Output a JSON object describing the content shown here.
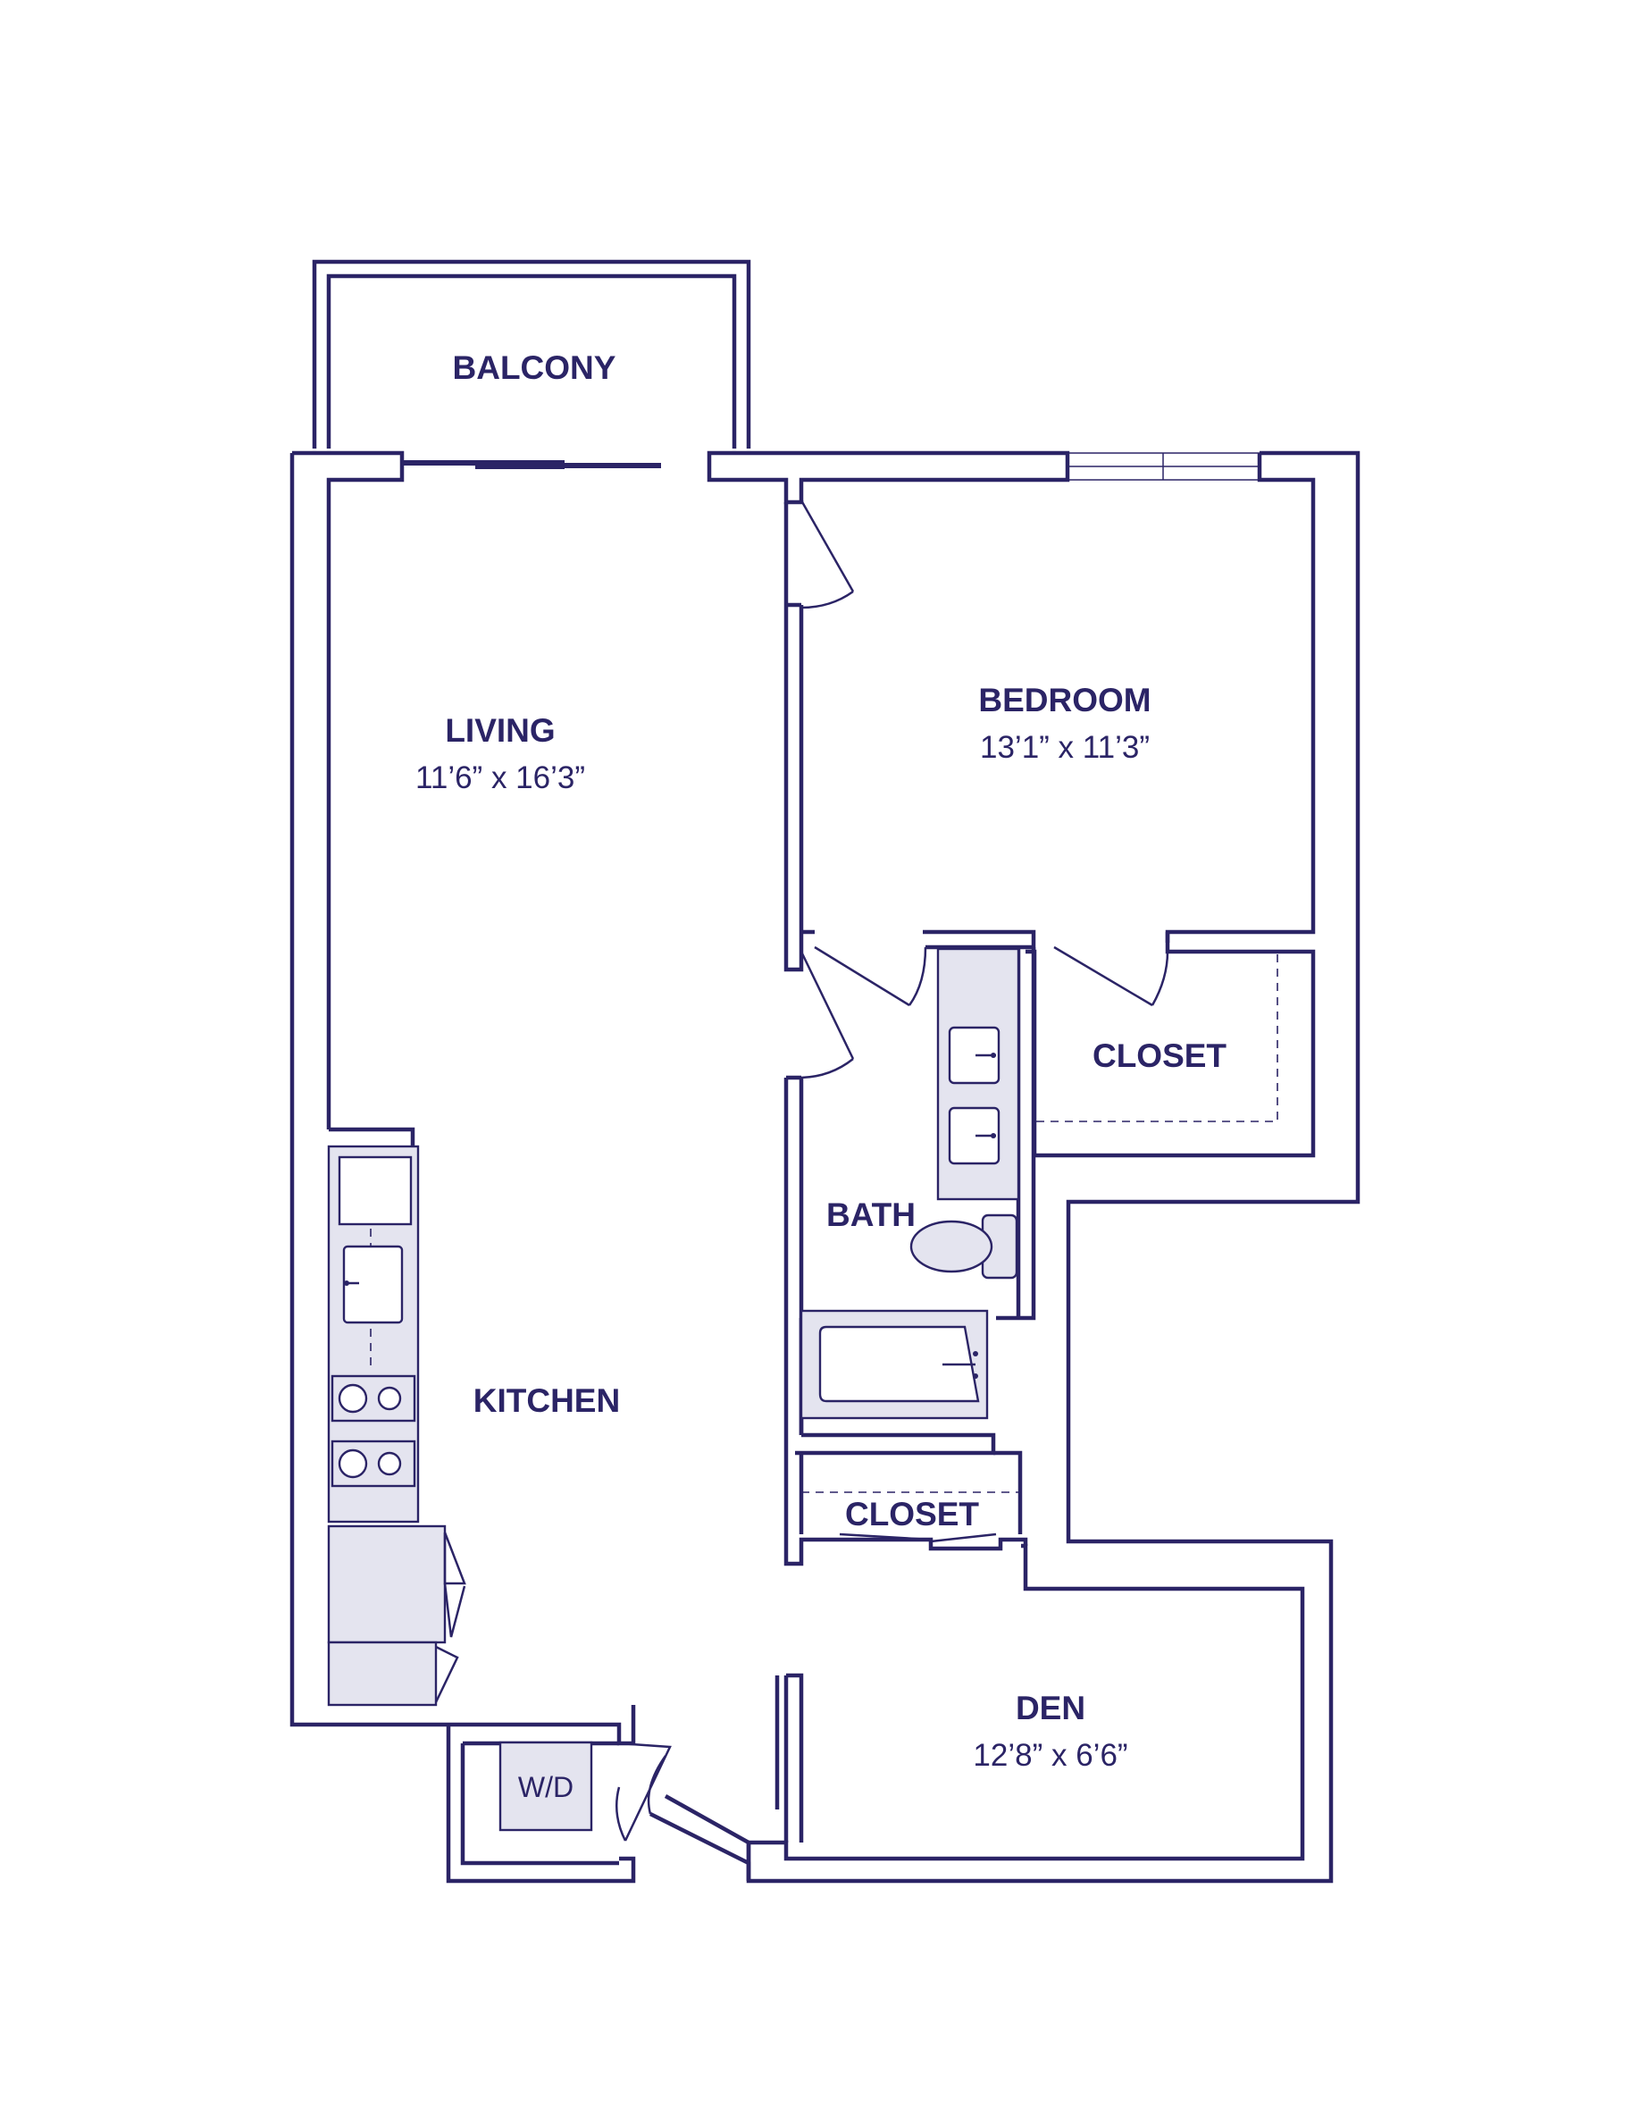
{
  "colors": {
    "line": "#2b2466",
    "fixture": "#e4e4ef"
  },
  "rooms": {
    "balcony": {
      "name": "BALCONY"
    },
    "living": {
      "name": "LIVING",
      "dims": "11’6” x 16’3”"
    },
    "bedroom": {
      "name": "BEDROOM",
      "dims": "13’1” x 11’3”"
    },
    "closet_bedroom": {
      "name": "CLOSET"
    },
    "bath": {
      "name": "BATH"
    },
    "kitchen": {
      "name": "KITCHEN"
    },
    "closet_hall": {
      "name": "CLOSET"
    },
    "den": {
      "name": "DEN",
      "dims": "12’8” x 6’6”"
    }
  },
  "appliances": {
    "washer_dryer": {
      "label": "W/D"
    }
  }
}
